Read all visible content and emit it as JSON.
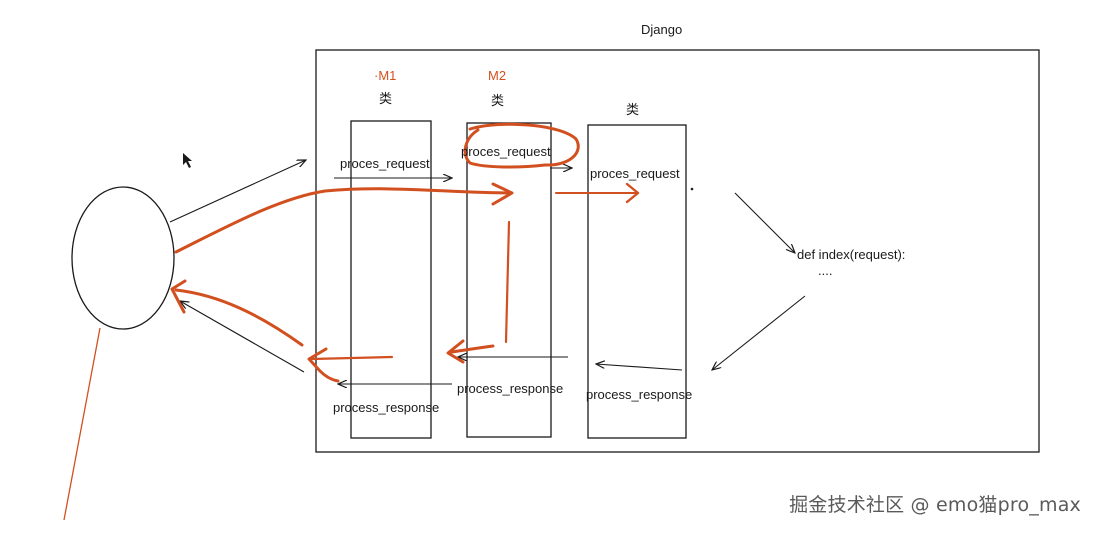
{
  "diagram": {
    "title": "Django",
    "middlewares": [
      {
        "name": "·M1",
        "class_label": "类"
      },
      {
        "name": "M2",
        "class_label": "类"
      },
      {
        "name": "",
        "class_label": "类"
      }
    ],
    "labels": {
      "request_1": "proces_request",
      "request_2": "proces_request",
      "request_3": "proces_request",
      "response_1": "process_response",
      "response_2": "process_response",
      "response_3": "process_response",
      "view_def": "def index(request):",
      "view_body": "...."
    }
  },
  "watermark": "掘金技术社区 @ emo猫pro_max",
  "colors": {
    "ink": "#1a1a1a",
    "accent": "#d2501f"
  }
}
